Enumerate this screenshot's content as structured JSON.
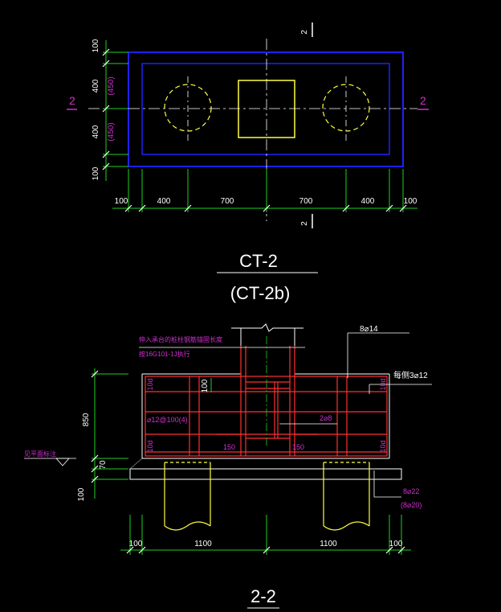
{
  "plan": {
    "dim_left": [
      "100",
      "400",
      "400",
      "100"
    ],
    "dim_left_paren": [
      "(450)",
      "(450)"
    ],
    "dim_bottom": [
      "100",
      "400",
      "700",
      "700",
      "400",
      "100"
    ],
    "section_mark_left": "2",
    "section_mark_right": "2",
    "section_mark_top": "2",
    "section_mark_bottom": "2"
  },
  "title": {
    "name": "CT-2",
    "alt": "(CT-2b)"
  },
  "section": {
    "note_line1": "伸入承台的桩柱钢筋锚固长度",
    "note_line2": "按16G101-1J执行",
    "rebar_top": "8⌀14",
    "rebar_side": "每侧3⌀12",
    "rebar_hoop": "⌀12@100(4)",
    "rebar_mid": "2⌀8",
    "label_10d_1": "10d",
    "label_10d_2": "10d",
    "label_10d_3": "10d",
    "label_10d_4": "10d",
    "dim_100_top": "100",
    "dim_150_left": "150",
    "dim_150_right": "150",
    "dim_850": "850",
    "dim_70": "70",
    "dim_100_bot": "100",
    "ground_label": "见平面标注",
    "rebar_bottom": "8⌀22",
    "rebar_bottom_alt": "(8⌀20)",
    "dim_bottom": [
      "100",
      "1100",
      "1100",
      "100"
    ],
    "section_name": "2-2"
  },
  "colors": {
    "blue": "#2020ff",
    "yellow": "#ffff40",
    "green": "#20d020",
    "magenta": "#d030d0",
    "red": "#ff3030",
    "white": "#ffffff"
  }
}
